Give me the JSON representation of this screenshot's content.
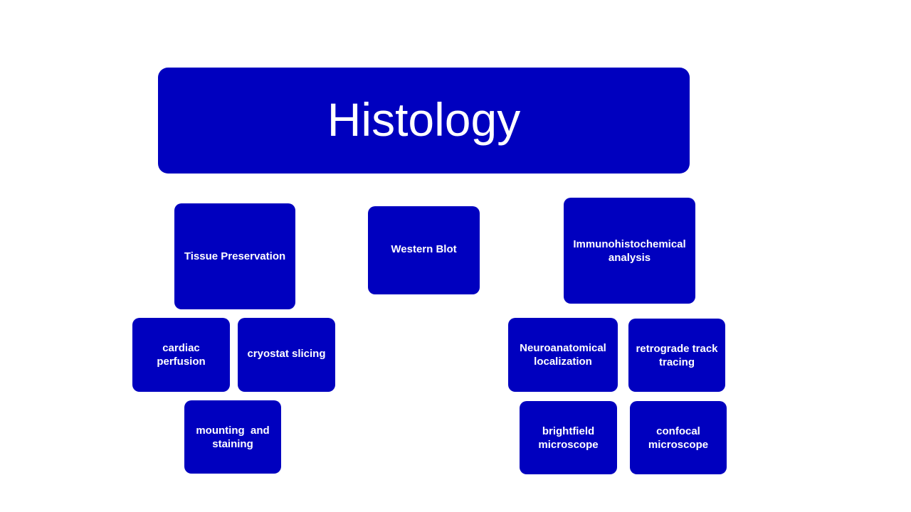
{
  "diagram": {
    "root": {
      "label": "Histology"
    },
    "branches": [
      {
        "label": "Tissue Preservation",
        "children": [
          "cardiac perfusion",
          "cryostat slicing",
          "mounting  and staining"
        ]
      },
      {
        "label": "Western Blot",
        "children": []
      },
      {
        "label": "Immunohistochemical analysis",
        "children": [
          "Neuroanatomical localization",
          "retrograde track tracing",
          "brightfield microscope",
          "confocal microscope"
        ]
      }
    ],
    "colors": {
      "box_fill": "#0000BF",
      "text": "#FFFFFF",
      "background": "#FFFFFF"
    }
  }
}
